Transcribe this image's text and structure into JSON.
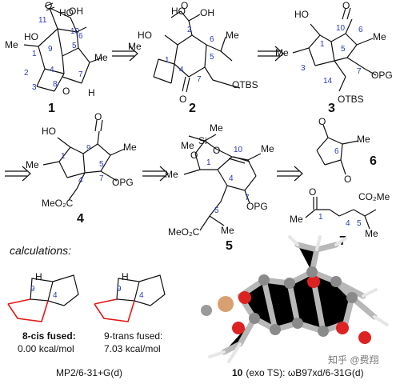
{
  "compounds": [
    {
      "id": "1",
      "atoms": [
        "O",
        "HO",
        "OH",
        "HO",
        "O",
        "Me",
        "Me",
        "H"
      ],
      "numbers": [
        "11",
        "10",
        "1",
        "9",
        "2",
        "3",
        "4",
        "8",
        "5",
        "6",
        "7"
      ]
    },
    {
      "id": "2",
      "atoms": [
        "HO",
        "O",
        "HO",
        "OH",
        "Me",
        "Me",
        "O",
        "OTBS"
      ],
      "numbers": [
        "1",
        "2",
        "4",
        "6",
        "5",
        "7"
      ]
    },
    {
      "id": "3",
      "atoms": [
        "HO",
        "Me",
        "O",
        "Me",
        "OPG",
        "OTBS"
      ],
      "numbers": [
        "1",
        "3",
        "10",
        "6",
        "5",
        "7",
        "14"
      ]
    },
    {
      "id": "4",
      "atoms": [
        "HO",
        "Me",
        "O",
        "Me",
        "MeO₂C",
        "OPG"
      ],
      "numbers": [
        "1",
        "9",
        "5",
        "4",
        "7"
      ]
    },
    {
      "id": "5",
      "atoms": [
        "Me",
        "Me",
        "Si",
        "O",
        "O",
        "Me",
        "Me",
        "MeO₂C",
        "Me",
        "OPG"
      ],
      "numbers": [
        "1",
        "10",
        "4",
        "5",
        "7"
      ]
    },
    {
      "id": "6",
      "atoms": [
        "O",
        "O",
        "Me"
      ],
      "numbers": [
        "6"
      ]
    },
    {
      "id": "7",
      "atoms": [
        "O",
        "Me",
        "CO₂Me",
        "Me"
      ],
      "numbers": [
        "1",
        "4",
        "5"
      ]
    }
  ],
  "calc_header": "calculations:",
  "calc_small": [
    {
      "id": "8",
      "atoms": [
        "H"
      ],
      "numbers": [
        "9",
        "4"
      ],
      "caption1": "8-cis fused:",
      "caption2": "0.00 kcal/mol"
    },
    {
      "id": "9",
      "atoms": [
        "H"
      ],
      "numbers": [
        "9",
        "4"
      ],
      "caption1": "9-trans fused:",
      "caption2": "7.03 kcal/mol"
    }
  ],
  "calc_method_small": "MP2/6-31+G(d)",
  "ts": {
    "id": "10",
    "caption": "(exo TS): ωB97xd/6-31G(d)"
  },
  "watermark": "知乎 @费翔"
}
